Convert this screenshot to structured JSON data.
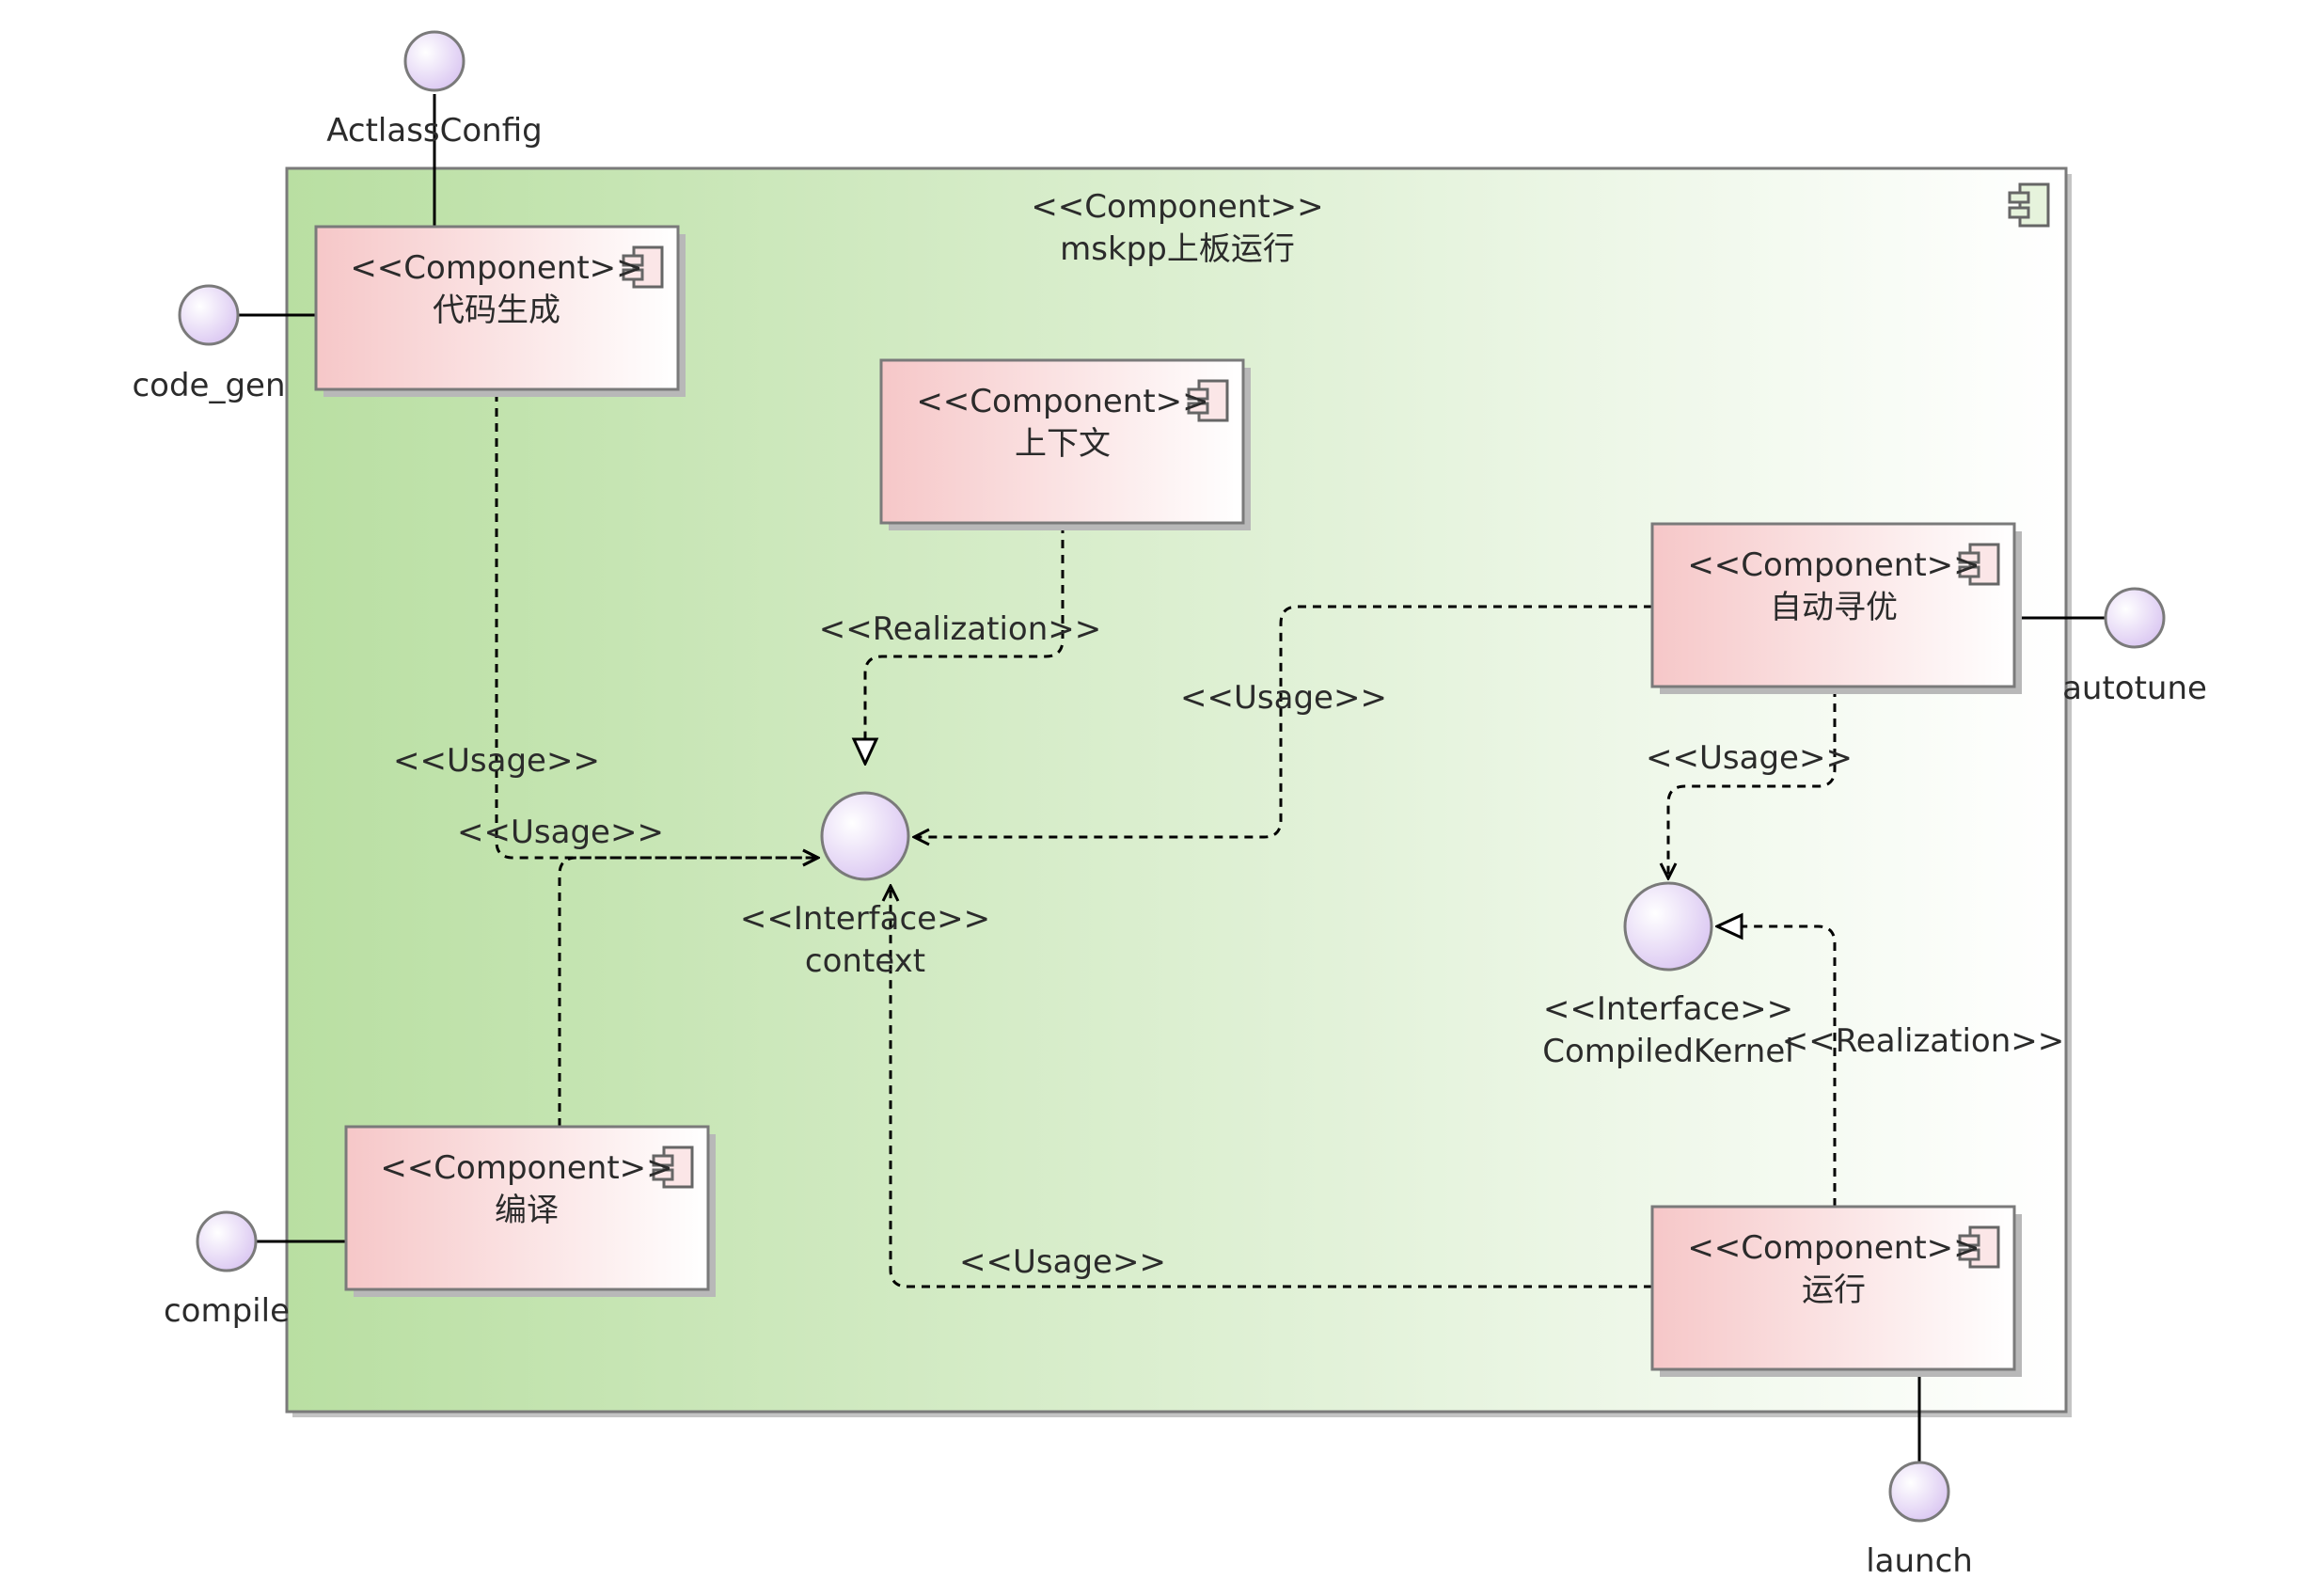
{
  "container": {
    "stereotype": "<<Component>>",
    "name": "mskpp上板运行"
  },
  "components": {
    "codegen": {
      "stereotype": "<<Component>>",
      "name": "代码生成"
    },
    "context": {
      "stereotype": "<<Component>>",
      "name": "上下文"
    },
    "autotune": {
      "stereotype": "<<Component>>",
      "name": "自动寻优"
    },
    "compile": {
      "stereotype": "<<Component>>",
      "name": "编译"
    },
    "run": {
      "stereotype": "<<Component>>",
      "name": "运行"
    }
  },
  "interfaces": {
    "context": {
      "stereotype": "<<Interface>>",
      "name": "context"
    },
    "compiled_kernel": {
      "stereotype": "<<Interface>>",
      "name": "CompiledKernel"
    }
  },
  "ports": {
    "actlass_config": "ActlassConfig",
    "code_gen": "code_gen",
    "compile": "compile",
    "autotune": "autotune",
    "launch": "launch"
  },
  "relations": {
    "realization_context": "<<Realization>>",
    "usage_codegen": "<<Usage>>",
    "usage_compile": "<<Usage>>",
    "usage_autotune_context": "<<Usage>>",
    "usage_autotune_kernel": "<<Usage>>",
    "usage_run": "<<Usage>>",
    "realization_kernel": "<<Realization>>"
  },
  "colors": {
    "container_gradient_start": "#b9dfa2",
    "container_gradient_end": "#ffffff",
    "component_gradient_start": "#f6c7c8",
    "component_gradient_end": "#ffffff",
    "interface_fill": "#dcc8f2",
    "border": "#7a7a7a",
    "shadow": "#b8b8b8"
  }
}
